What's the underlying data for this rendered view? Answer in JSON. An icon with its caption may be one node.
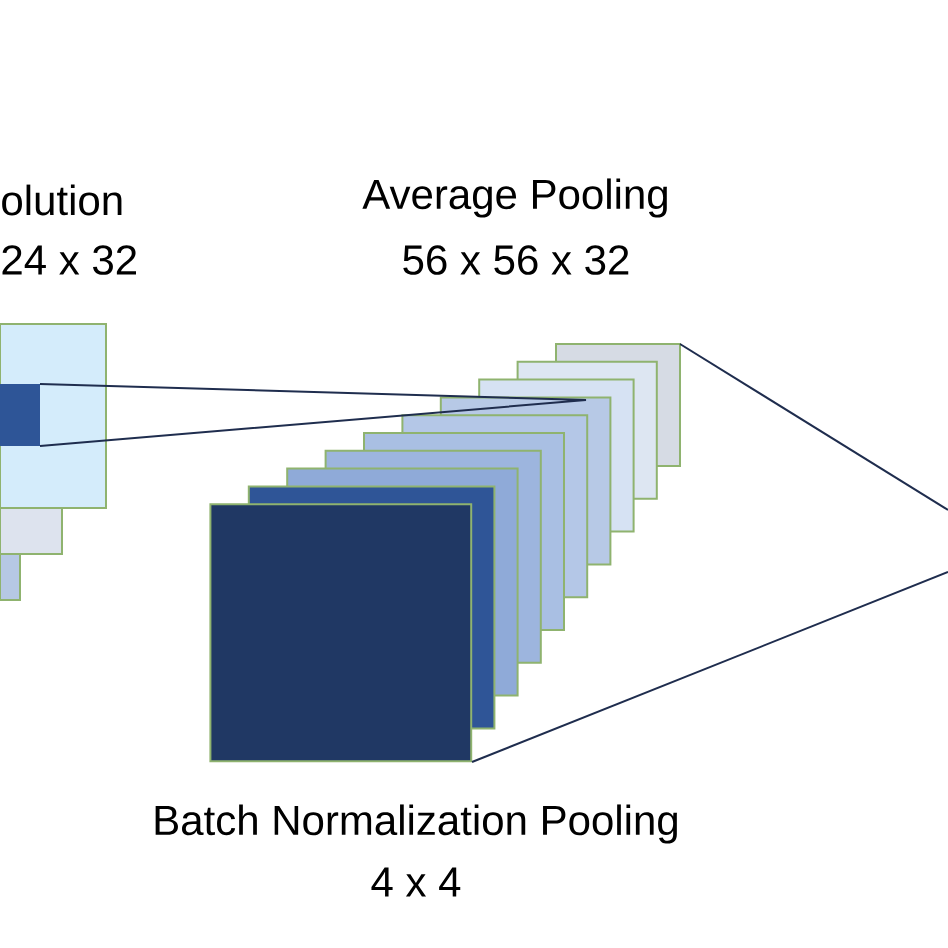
{
  "diagram": {
    "labels": [
      "olution",
      "24 x 32",
      "Average Pooling",
      "56 x 56 x 32",
      "Batch Normalization Pooling",
      "4 x 4"
    ]
  }
}
